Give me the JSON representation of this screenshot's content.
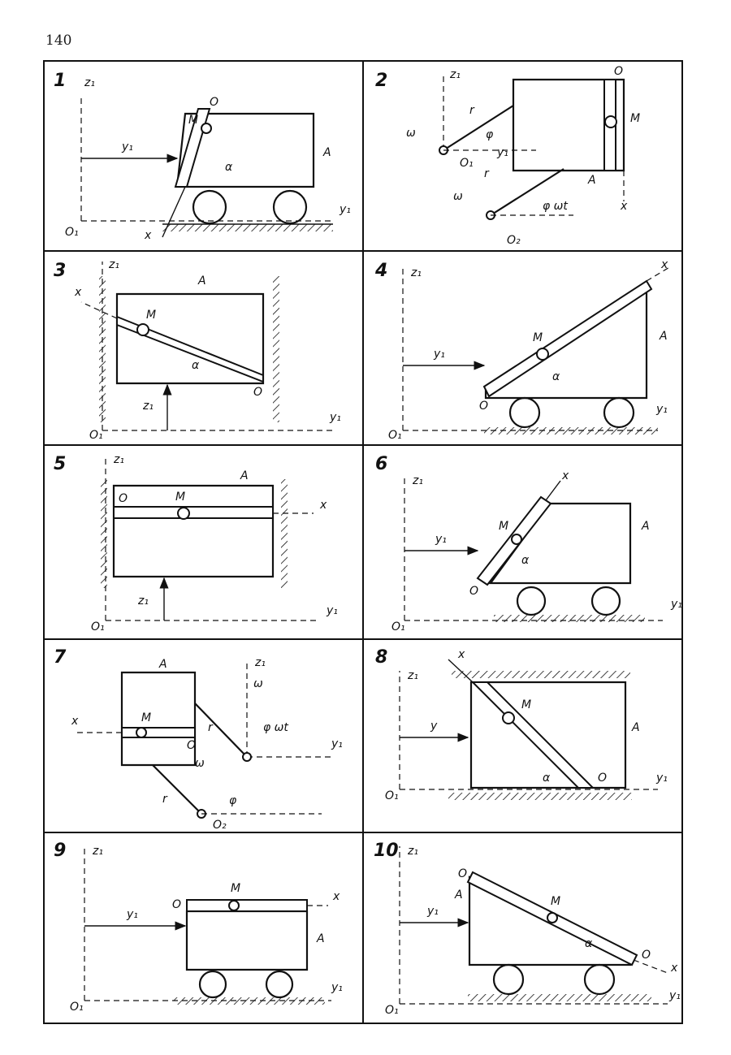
{
  "page": {
    "number": "140"
  },
  "panels": [
    {
      "id": "1",
      "label": "1",
      "axis_z": "z₁",
      "axis_y": "y₁",
      "origin": "O₁",
      "body": "A",
      "point": "M",
      "end": "O",
      "offset": "y₁",
      "angle": "α",
      "axis_x": "x"
    },
    {
      "id": "2",
      "label": "2",
      "axis_z": "z₁",
      "axis_x": "x",
      "origin1": "O₁",
      "origin2": "O₂",
      "body": "A",
      "point": "M",
      "end": "O",
      "radius": "r",
      "omega": "ω",
      "phi": "φ",
      "phi2": "φ ωt",
      "offset": "y₁"
    },
    {
      "id": "3",
      "label": "3",
      "axis_z": "z₁",
      "axis_y": "y₁",
      "origin": "O₁",
      "body": "A",
      "point": "M",
      "end": "O",
      "offset": "z₁",
      "angle": "α",
      "axis_x": "x"
    },
    {
      "id": "4",
      "label": "4",
      "axis_z": "z₁",
      "axis_y": "y₁",
      "origin": "O₁",
      "body": "A",
      "point": "M",
      "end": "O",
      "offset": "y₁",
      "angle": "α",
      "axis_x": "x"
    },
    {
      "id": "5",
      "label": "5",
      "axis_z": "z₁",
      "axis_y": "y₁",
      "origin": "O₁",
      "body": "A",
      "point": "M",
      "end": "O",
      "offset": "z₁",
      "axis_x": "x"
    },
    {
      "id": "6",
      "label": "6",
      "axis_z": "z₁",
      "axis_y": "y₁",
      "origin": "O₁",
      "body": "A",
      "point": "M",
      "end": "O",
      "offset": "y₁",
      "angle": "α",
      "axis_x": "x"
    },
    {
      "id": "7",
      "label": "7",
      "axis_z": "z₁",
      "axis_y": "y₁",
      "origin2": "O₂",
      "body": "A",
      "point": "M",
      "end": "O",
      "radius": "r",
      "omega": "ω",
      "phi": "φ",
      "phi2": "φ ωt",
      "axis_x": "x"
    },
    {
      "id": "8",
      "label": "8",
      "axis_z": "z₁",
      "axis_y": "y₁",
      "origin": "O₁",
      "body": "A",
      "point": "M",
      "end": "O",
      "offset": "y",
      "angle": "α",
      "axis_x": "x"
    },
    {
      "id": "9",
      "label": "9",
      "axis_z": "z₁",
      "axis_y": "y₁",
      "origin": "O₁",
      "body": "A",
      "point": "M",
      "end": "O",
      "offset": "y₁",
      "axis_x": "x"
    },
    {
      "id": "10",
      "label": "10",
      "axis_z": "z₁",
      "axis_y": "y₁",
      "origin": "O₁",
      "body": "A",
      "point": "M",
      "end": "O",
      "offset": "y₁",
      "angle": "α",
      "axis_x": "x"
    }
  ]
}
